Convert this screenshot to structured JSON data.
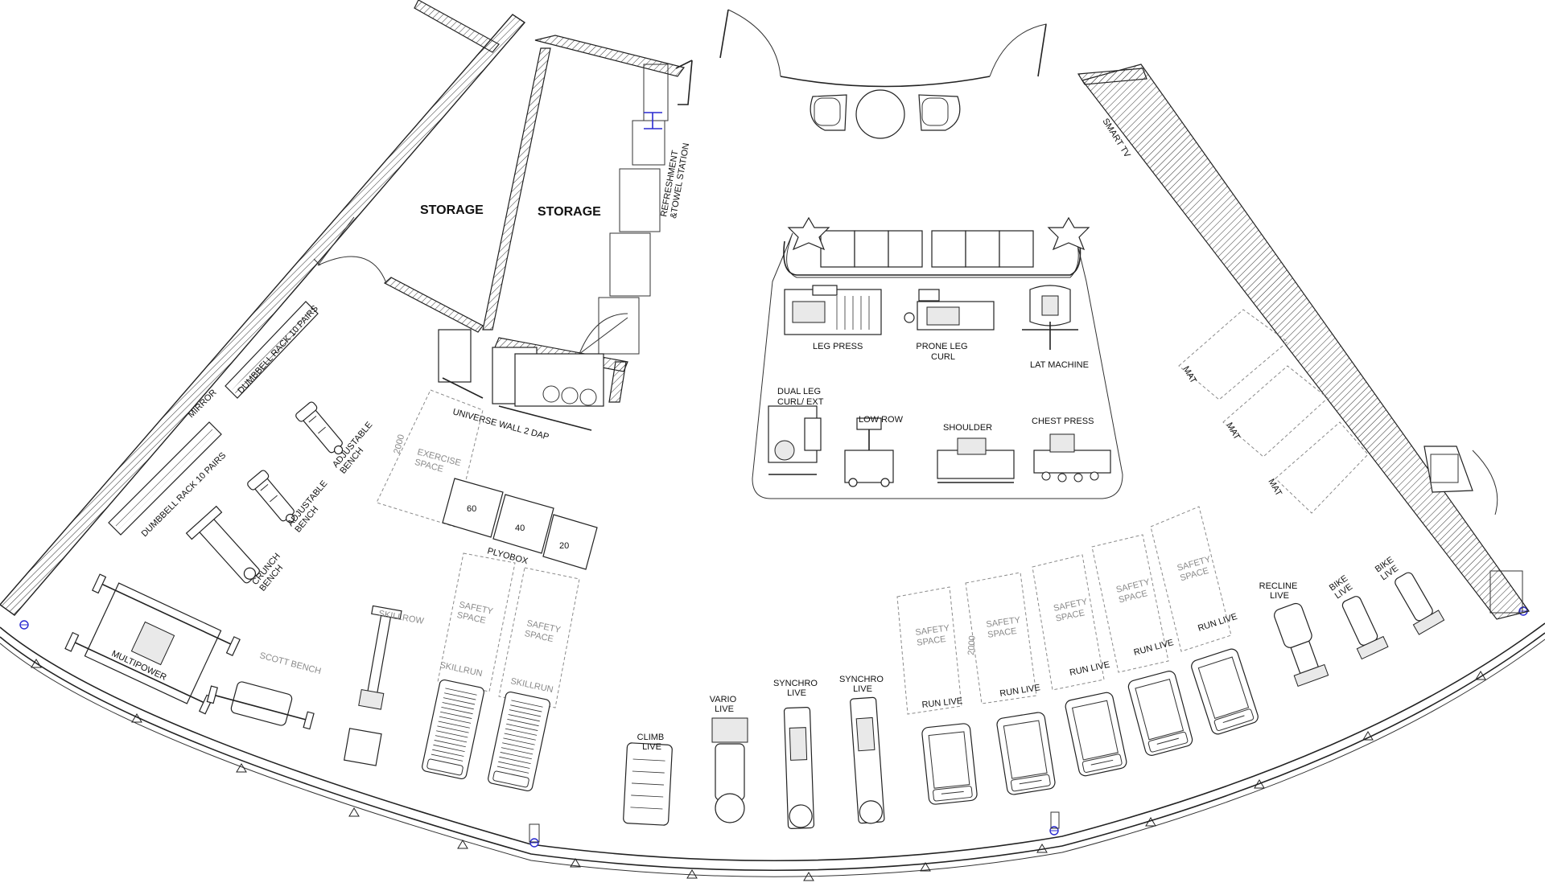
{
  "plan": {
    "rooms": [
      "STORAGE",
      "STORAGE"
    ],
    "labels": {
      "refreshment": [
        "REFRESHMENT",
        "&TOWEL STATION"
      ],
      "smart_tv": "SMART TV",
      "mirror": "MIRROR",
      "dumbbell_rack_upper": "DUMBBELL RACK 10 PAIRS",
      "dumbbell_rack_lower": "DUMBBELL RACK 10 PAIRS",
      "universe_wall": "UNIVERSE WALL 2 DAP",
      "exercise_space": [
        "EXERCISE",
        "SPACE"
      ],
      "dim_2000_a": "2000",
      "dim_2000_b": "2000",
      "plyobox": "PLYOBOX",
      "plyo_values": [
        "60",
        "40",
        "20"
      ],
      "adjustable_bench_1": [
        "ADJUSTABLE",
        "BENCH"
      ],
      "adjustable_bench_2": [
        "ADJUSTABLE",
        "BENCH"
      ],
      "crunch_bench": [
        "CRUNCH",
        "BENCH"
      ],
      "multipower": "MULTIPOWER",
      "scott_bench": "SCOTT BENCH",
      "skillrow": "SKILLROW",
      "skillrun": [
        "SKILLRUN",
        "SKILLRUN"
      ],
      "safety_space": [
        "SAFETY",
        "SPACE"
      ],
      "climb_live": [
        "CLIMB",
        "LIVE"
      ],
      "vario_live": [
        "VARIO",
        "LIVE"
      ],
      "synchro_live": [
        "SYNCHRO",
        "LIVE"
      ],
      "run_live": "RUN LIVE",
      "recline_live": [
        "RECLINE",
        "LIVE"
      ],
      "bike_live": [
        "BIKE",
        "LIVE"
      ],
      "mat": "MAT",
      "leg_press": "LEG PRESS",
      "prone_leg_curl": [
        "PRONE LEG",
        "CURL"
      ],
      "lat_machine": "LAT MACHINE",
      "dual_leg": [
        "DUAL LEG",
        "CURL/ EXT"
      ],
      "low_row": "LOW ROW",
      "shoulder": "SHOULDER",
      "chest_press": "CHEST PRESS"
    }
  }
}
